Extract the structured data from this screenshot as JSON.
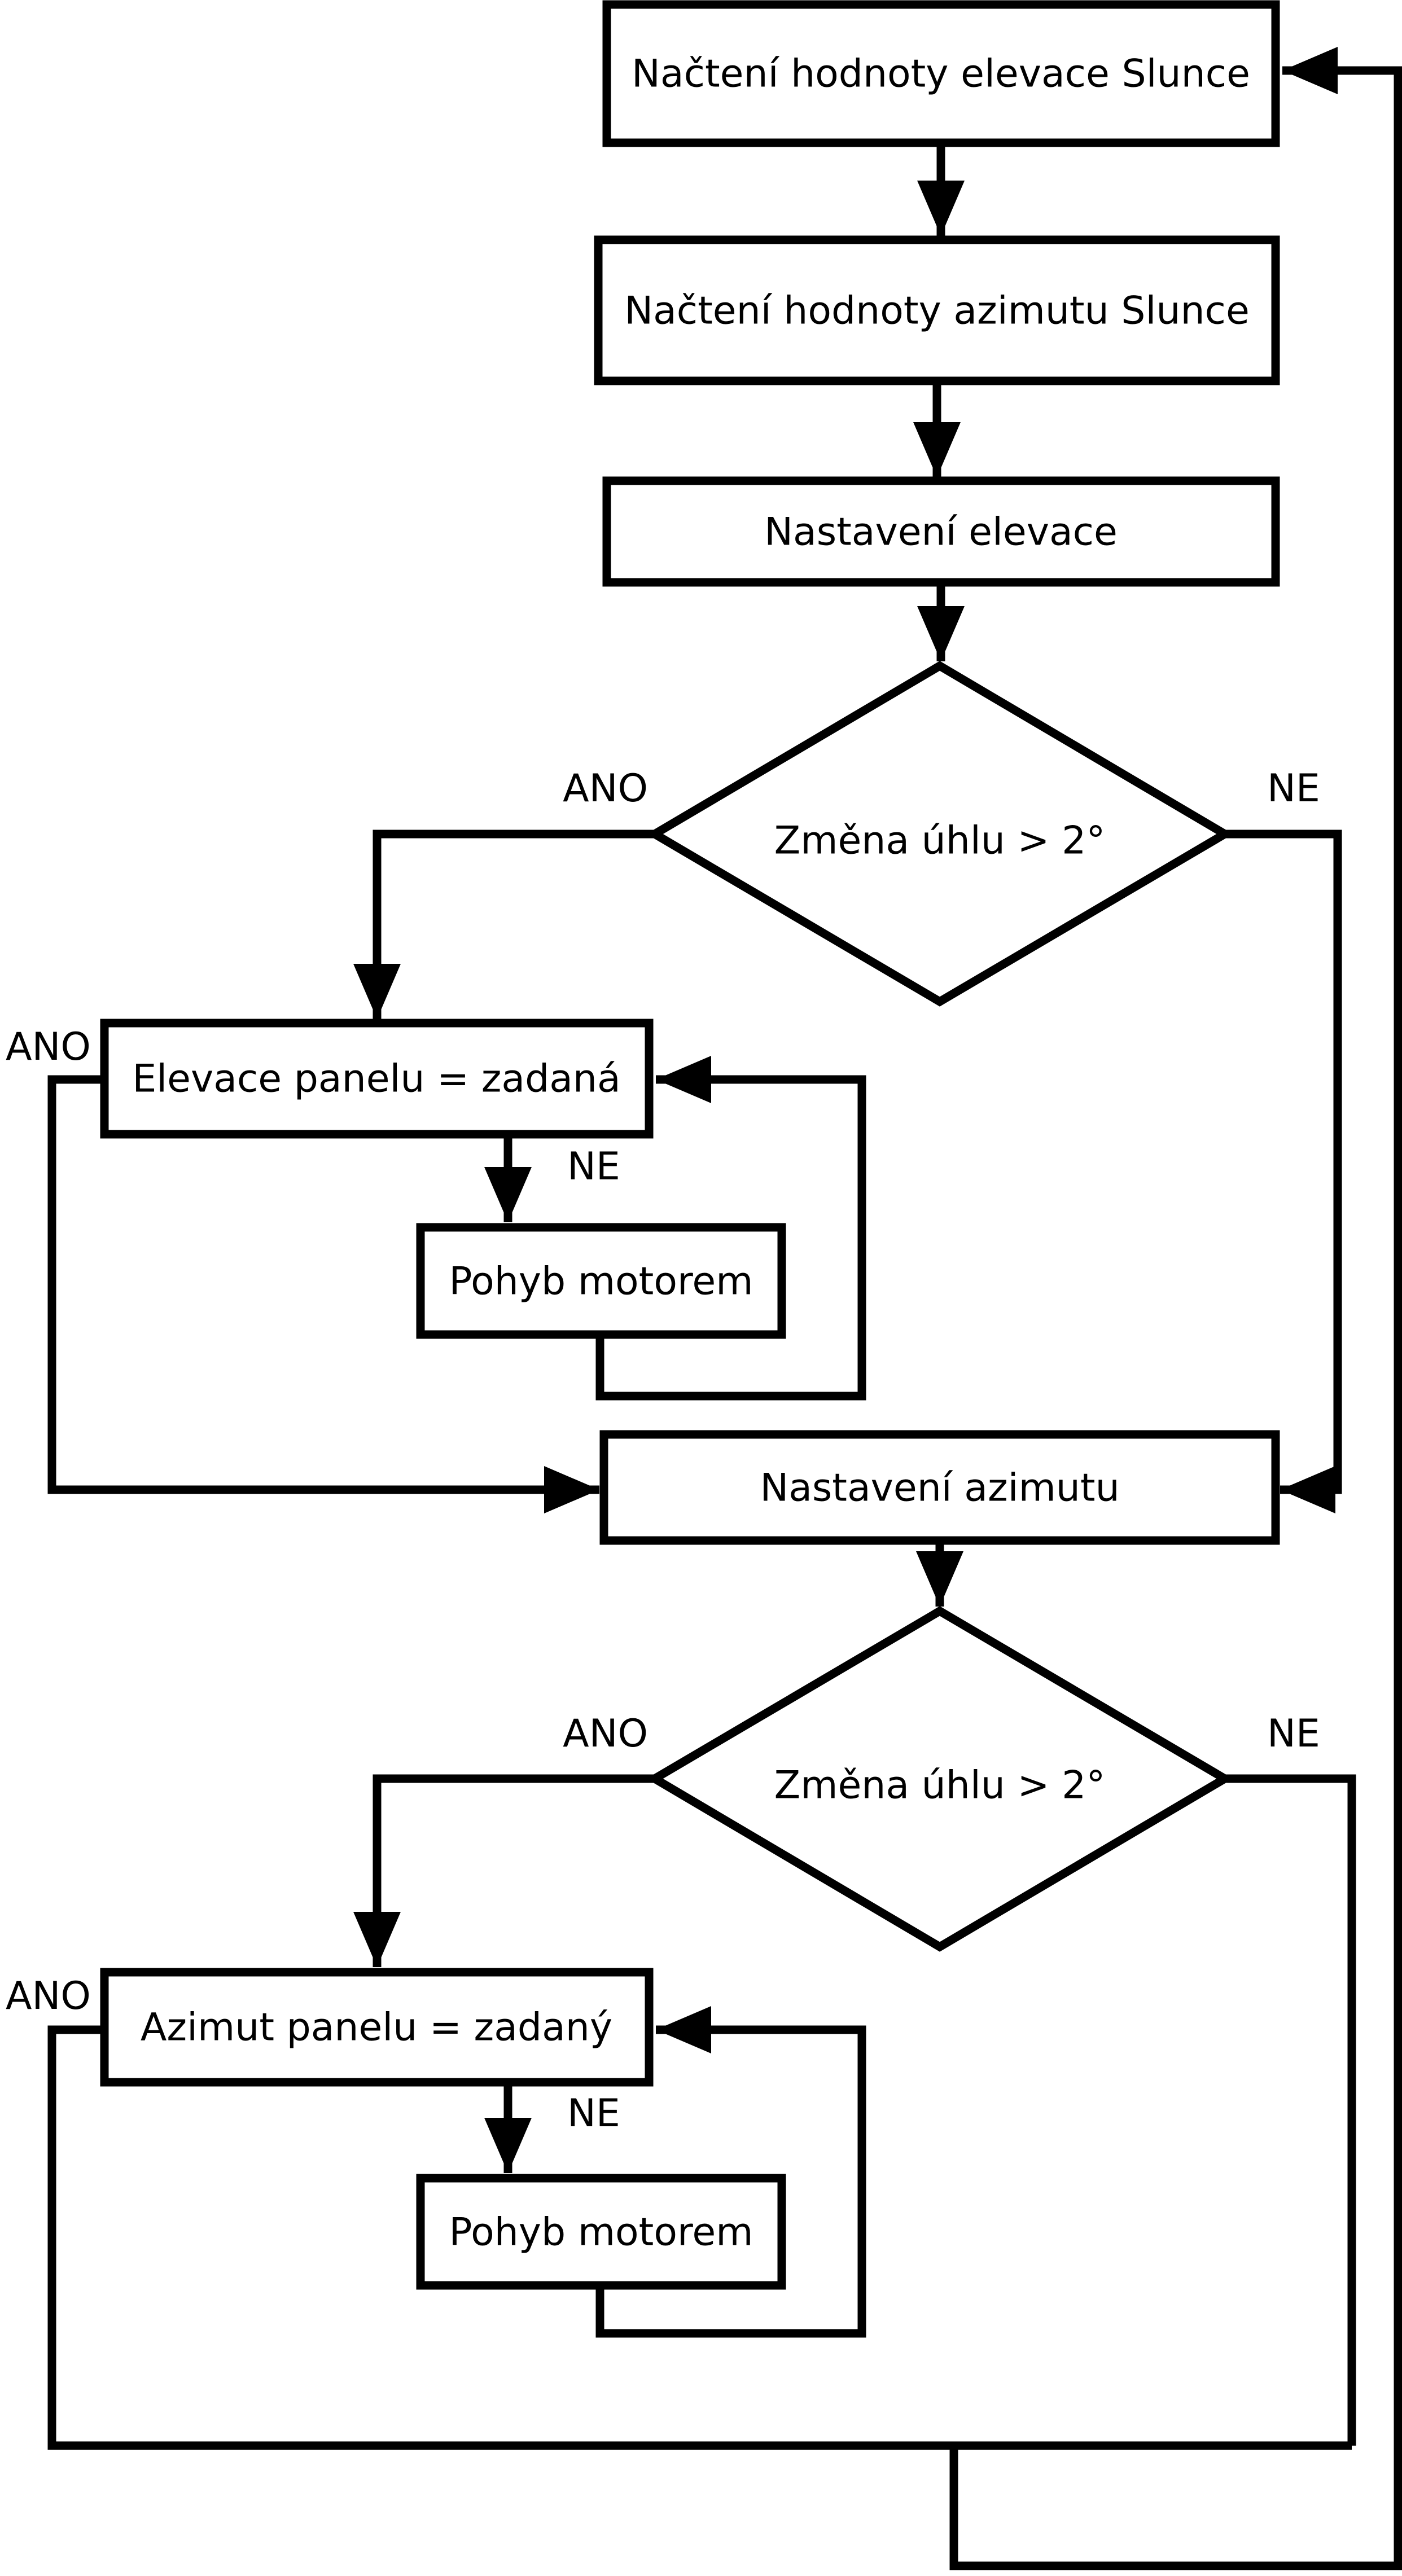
{
  "flowchart": {
    "boxes": {
      "load_elevation": {
        "label": "Načtení hodnoty elevace Slunce"
      },
      "load_azimuth": {
        "label": "Načtení hodnoty azimutu Slunce"
      },
      "set_elevation": {
        "label": "Nastavení elevace"
      },
      "elevation_equal": {
        "label": "Elevace panelu = zadaná"
      },
      "motor_move_elevation": {
        "label": "Pohyb motorem"
      },
      "set_azimuth": {
        "label": "Nastavení azimutu"
      },
      "azimuth_equal": {
        "label": "Azimut panelu = zadaný"
      },
      "motor_move_azimuth": {
        "label": "Pohyb motorem"
      }
    },
    "decisions": {
      "angle_change_elevation": {
        "label": "Změna úhlu > 2°"
      },
      "angle_change_azimuth": {
        "label": "Změna úhlu > 2°"
      }
    },
    "branch_labels": {
      "yes": "ANO",
      "no": "NE"
    },
    "colors": {
      "stroke": "#000000",
      "shape_fill": "#ffffff",
      "background": "#ffffff"
    }
  }
}
